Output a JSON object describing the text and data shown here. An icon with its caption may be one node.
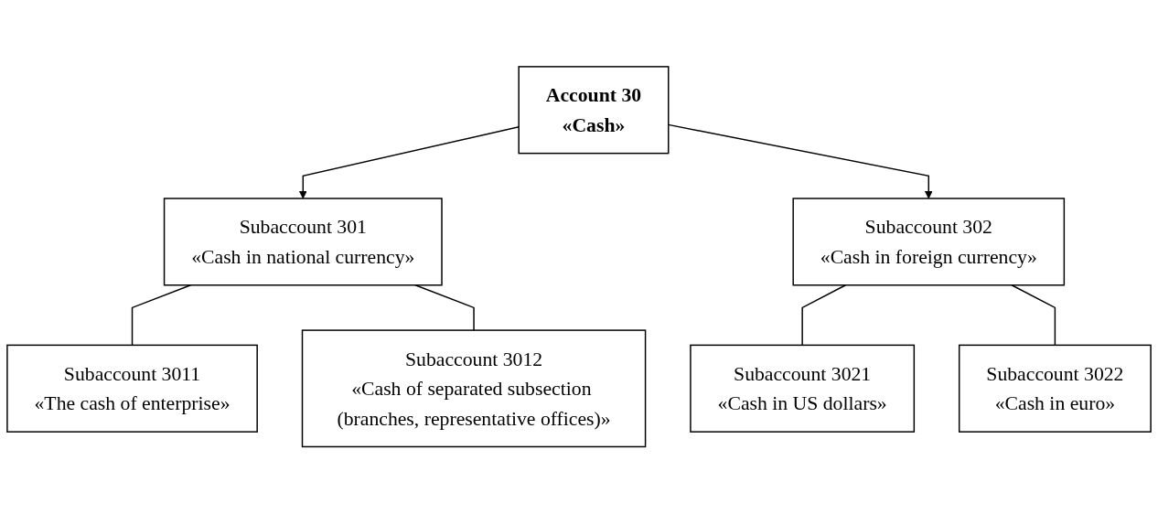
{
  "diagram": {
    "nodes": [
      {
        "text": [
          "Account 30",
          "«Cash»"
        ]
      },
      {
        "text": [
          "Subaccount 301",
          "«Cash in national currency»"
        ]
      },
      {
        "text": [
          "Subaccount 302",
          "«Cash in foreign currency»"
        ]
      },
      {
        "text": [
          "Subaccount 3011",
          "«The cash of enterprise»"
        ]
      },
      {
        "text": [
          "Subaccount 3012",
          "«Cash of separated subsection (branches, representative offices)»"
        ]
      },
      {
        "text": [
          "Subaccount 3021",
          "«Cash in US dollars»"
        ]
      },
      {
        "text": [
          "Subaccount 3022",
          "«Cash in euro»"
        ]
      }
    ],
    "edges": [
      {
        "from": 0,
        "to": 1,
        "arrow": "to"
      },
      {
        "from": 0,
        "to": 2,
        "arrow": "to"
      },
      {
        "from": 1,
        "to": 3,
        "arrow": "none"
      },
      {
        "from": 1,
        "to": 4,
        "arrow": "none"
      },
      {
        "from": 2,
        "to": 5,
        "arrow": "none"
      },
      {
        "from": 2,
        "to": 6,
        "arrow": "none"
      }
    ]
  }
}
